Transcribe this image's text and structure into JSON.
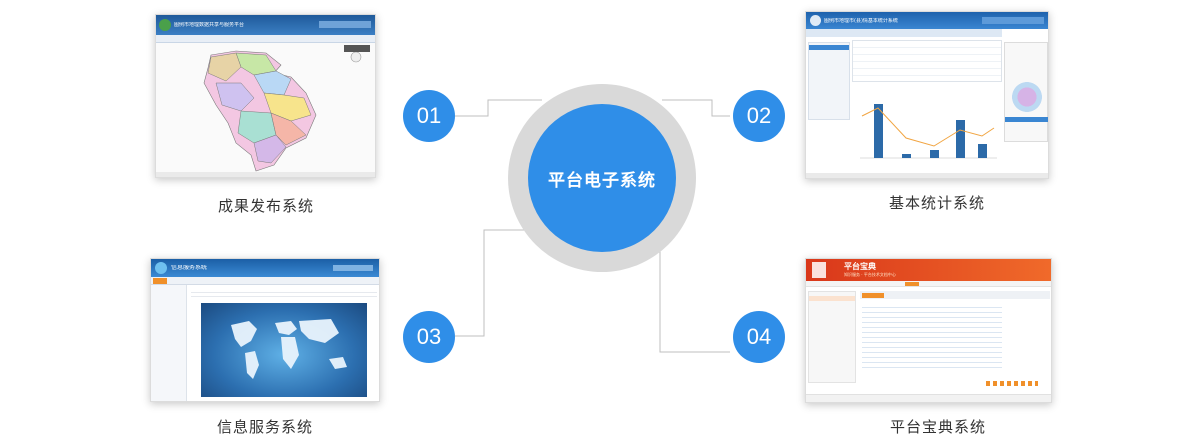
{
  "hub": {
    "label": "平台电子系统"
  },
  "colors": {
    "accent": "#2f8ee8",
    "ring": "#d9d9d9",
    "connector": "#bfbfbf",
    "header_blue": "#2a6fb6",
    "header_orange": "#e8531c"
  },
  "systems": [
    {
      "number": "01",
      "name": "成果发布系统",
      "header_title": "图例市地理数据共享与服务平台"
    },
    {
      "number": "02",
      "name": "基本统计系统",
      "header_title": "图例市地理市(县)情基本统计系统"
    },
    {
      "number": "03",
      "name": "信息服务系统",
      "header_title": "信息服务系统"
    },
    {
      "number": "04",
      "name": "平台宝典系统",
      "header_title": "平台宝典",
      "header_subtitle": "知识服务 · 平台技术文档中心"
    }
  ]
}
